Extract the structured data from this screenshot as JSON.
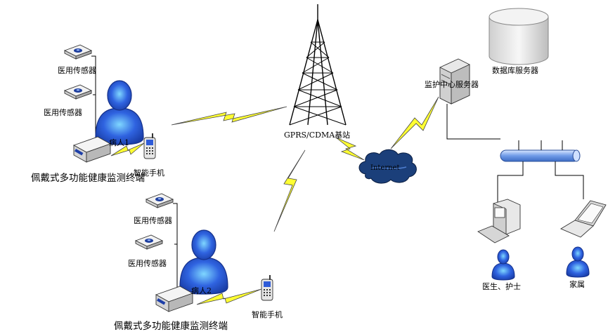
{
  "labels": {
    "sensor": "医用传感器",
    "patient1": "病人1",
    "patient2": "病人2",
    "phone": "智能手机",
    "terminal": "佩戴式多功能健康监测终端",
    "base_station": "GPRS/CDMA基站",
    "internet": "Internet",
    "monitor_server": "监护中心服务器",
    "db_server": "数据库服务器",
    "doctor_nurse": "医生、护士",
    "family": "家属"
  },
  "colors": {
    "person_blue": "#2b5bd6",
    "person_dark": "#1a3ea8",
    "lightning_yellow": "#ffff33",
    "cloud_blue": "#1b3f7a",
    "hub_blue": "#6f9be8",
    "gray_device": "#d9d9d9"
  },
  "icons": [
    "sensor-icon",
    "person-icon",
    "phone-icon",
    "terminal-icon",
    "tower-icon",
    "cloud-icon",
    "server-icon",
    "database-icon",
    "hub-icon",
    "desktop-icon",
    "laptop-icon",
    "lightning-icon"
  ]
}
